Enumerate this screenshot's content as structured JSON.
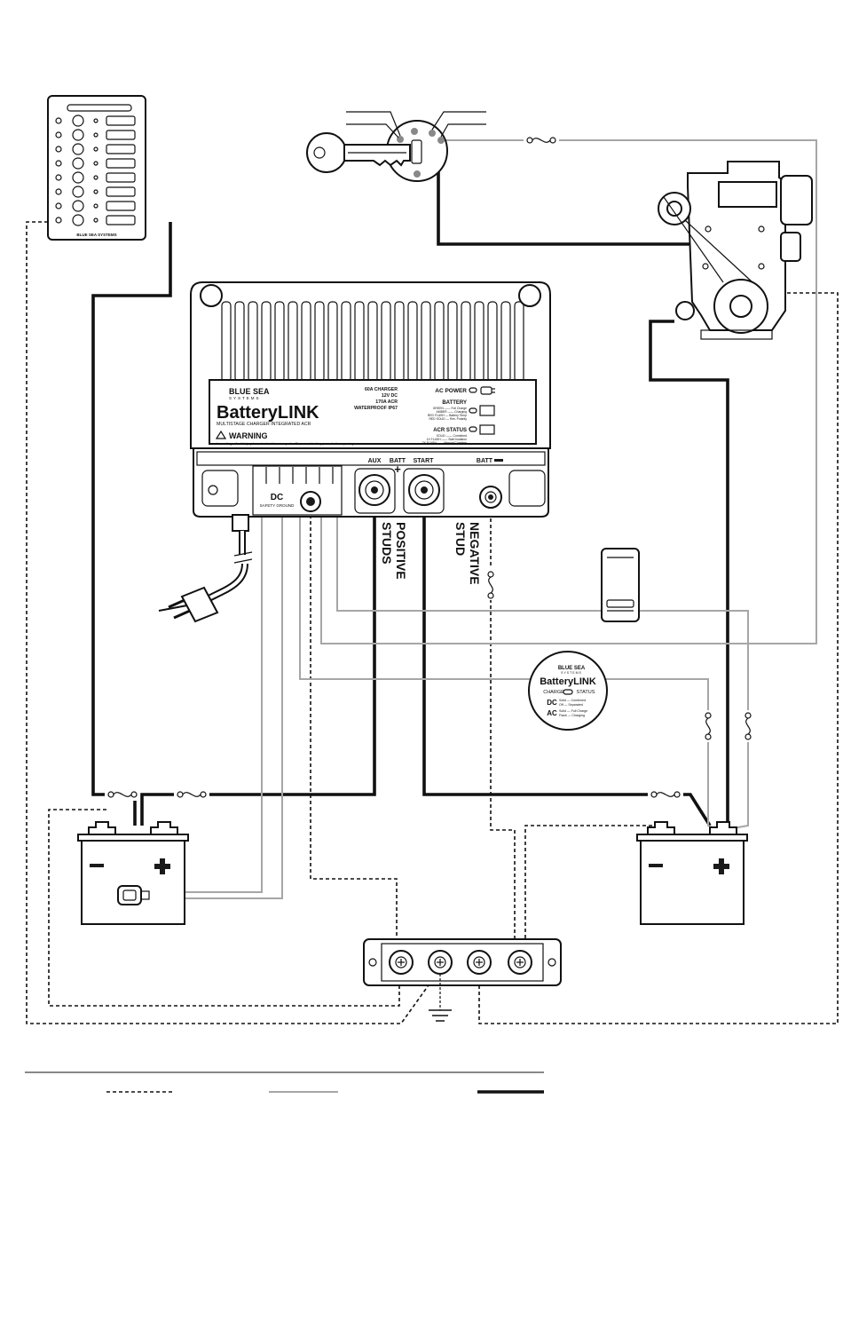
{
  "charger": {
    "brand_line1": "BLUE SEA",
    "brand_line2": "SYSTEMS",
    "product_name": "BatteryLINK",
    "subtitle": "MULTISTAGE CHARGER  INTEGRATED ACR",
    "specs": [
      "60A CHARGER",
      "12V DC",
      "170A ACR",
      "WATERPROOF IP67"
    ],
    "warning_title": "WARNING",
    "warning_text": "Low voltage. Avoid injury from electrical burn or sparks. Disconnect battery power before opening cover.",
    "ac_power_label": "AC POWER",
    "battery_label": "BATTERY",
    "battery_legend": [
      "GREEN —— Full Charge",
      "AMBER —— Charging",
      "RED FLASH — Battery Temp",
      "RED SOLID — Rev. Polarity"
    ],
    "acr_status_label": "ACR STATUS",
    "acr_legend": [
      "SOLID —— Combined",
      "1X FLASH —— Start Isolation",
      "2X FLASH —— Manual Combine"
    ],
    "terminal_aux": "AUX",
    "terminal_batt": "BATT",
    "terminal_start": "START",
    "terminal_batt_neg": "BATT",
    "dc_label": "DC",
    "safety_ground_label": "SAFETY GROUND"
  },
  "labels": {
    "positive_studs": [
      "POSITIVE",
      "STUDS"
    ],
    "negative_stud": [
      "NEGATIVE",
      "STUD"
    ]
  },
  "panel": {
    "footer": "BLUE SEA SYSTEMS"
  },
  "remote": {
    "brand": "BLUE SEA",
    "brand2": "SYSTEMS",
    "product": "BatteryLINK",
    "charge_label": "CHARGE",
    "status_label": "STATUS",
    "dc_label": "DC",
    "dc_legend": [
      "Solid — Combined",
      "Off — Separated"
    ],
    "ac_label": "AC",
    "ac_legend": [
      "Solid — Full Charge",
      "Flash — Charging"
    ]
  },
  "legend": {
    "items": [
      {
        "style": "dashed",
        "label": ""
      },
      {
        "style": "gray",
        "label": ""
      },
      {
        "style": "solid",
        "label": ""
      }
    ]
  },
  "colors": {
    "line": "#111111",
    "signal": "#a6a6a6",
    "background": "#ffffff"
  }
}
